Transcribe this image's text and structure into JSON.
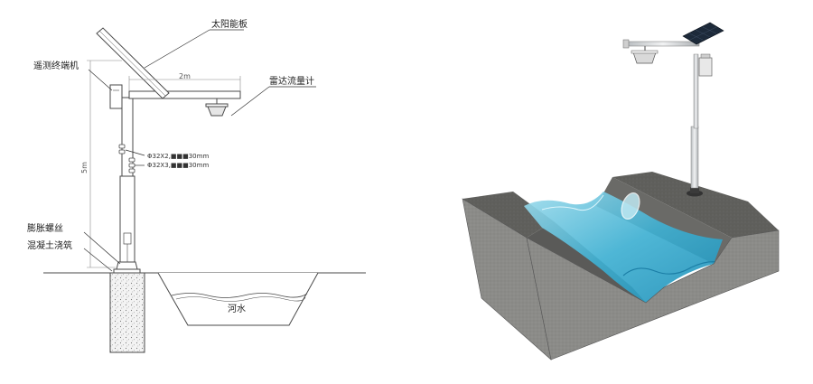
{
  "labels": {
    "solar_panel": "太阳能板",
    "remote_terminal": "遥测终端机",
    "radar_flowmeter": "雷达流量计",
    "expansion_bolt": "膨胀螺丝",
    "concrete_pour": "混凝土浇筑",
    "river_water": "河水",
    "arm_length": "2m",
    "pole_height": "5m",
    "spec_1": "Φ32X2,■■■30mm",
    "spec_2": "Φ32X3,■■■30mm"
  },
  "colors": {
    "line": "#4a4a4a",
    "concrete": "#8a8a88",
    "concrete_dark": "#5f5f5c",
    "water": "#3aa7c9",
    "water_light": "#8fd3e6",
    "panel": "#1d2a3a",
    "pole": "#d7dadc"
  }
}
